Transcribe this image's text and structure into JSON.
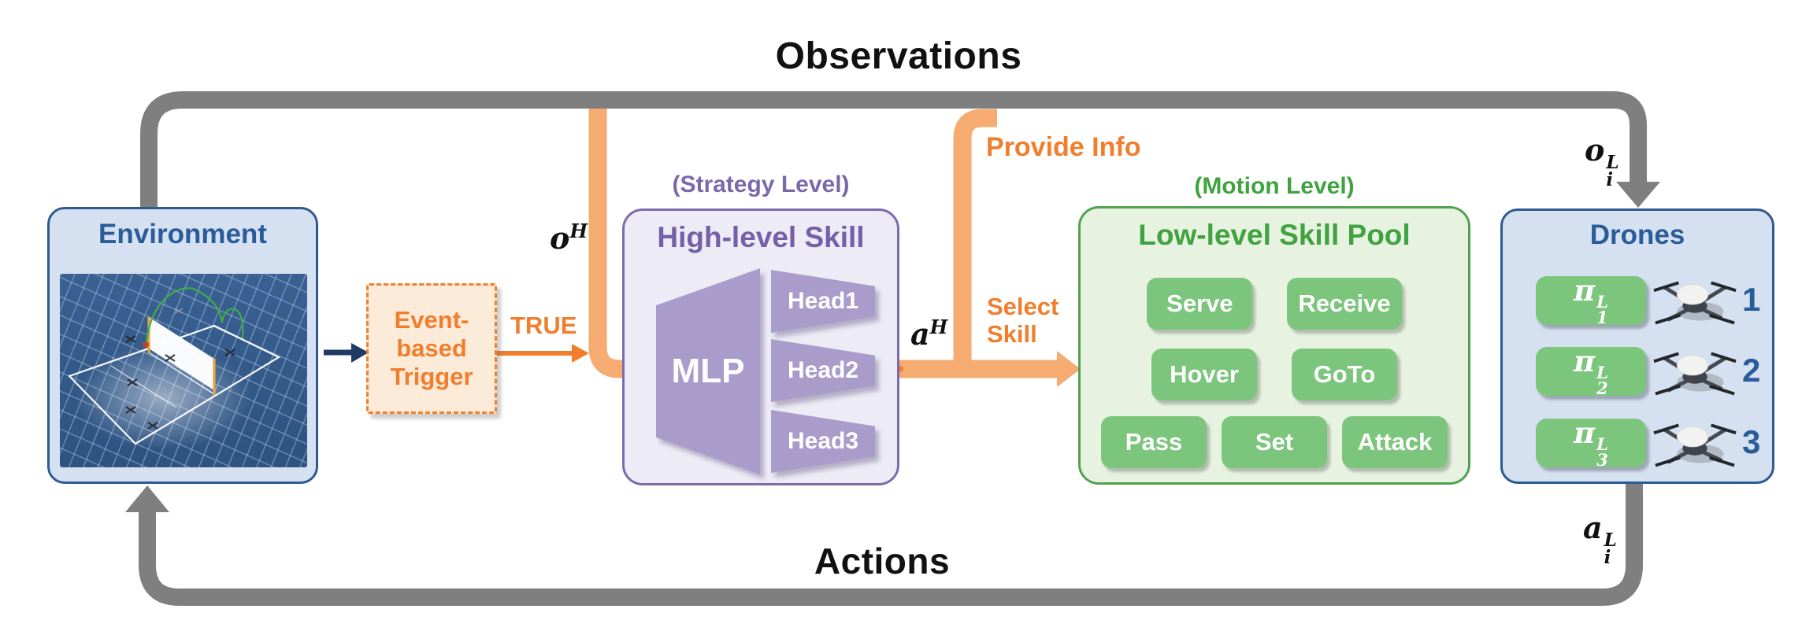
{
  "palette": {
    "gray_pipe": "#7F7F7F",
    "orange_accent": "#F07E2D",
    "orange_pipe": "#F6AB70",
    "purple_border": "#7C6BAE",
    "purple_shape": "#A99CCB",
    "purple_text": "#7460A8",
    "green_border": "#50A250",
    "green_text": "#3FA33F",
    "green_button": "#7CC57C",
    "blue_border": "#2E5B8F",
    "blue_text": "#2A5C9A",
    "navy_arrow": "#1F3A63",
    "black_text": "#111111"
  },
  "loops": {
    "observations": "Observations",
    "actions": "Actions"
  },
  "environment": {
    "title": "Environment"
  },
  "trigger": {
    "line1": "Event-",
    "line2": "based",
    "line3": "Trigger",
    "output": "TRUE"
  },
  "high_level": {
    "tag": "(Strategy Level)",
    "title": "High-level Skill",
    "mlp": "MLP",
    "head1": "Head1",
    "head2": "Head2",
    "head3": "Head3"
  },
  "flow": {
    "provide_info": "Provide Info",
    "select_line1": "Select",
    "select_line2": "Skill"
  },
  "math": {
    "oH": {
      "base": "o",
      "sup": "H"
    },
    "aH": {
      "base": "a",
      "sup": "H"
    },
    "oiL": {
      "base": "o",
      "sup": "L",
      "sub": "i"
    },
    "aiL": {
      "base": "a",
      "sup": "L",
      "sub": "i"
    }
  },
  "skill_pool": {
    "tag": "(Motion Level)",
    "title": "Low-level Skill Pool",
    "serve": "Serve",
    "receive": "Receive",
    "hover": "Hover",
    "goto": "GoTo",
    "pass": "Pass",
    "set": "Set",
    "attack": "Attack"
  },
  "drones": {
    "title": "Drones",
    "units": [
      {
        "base": "π",
        "sup": "L",
        "sub": "1",
        "number": "1"
      },
      {
        "base": "π",
        "sup": "L",
        "sub": "2",
        "number": "2"
      },
      {
        "base": "π",
        "sup": "L",
        "sub": "3",
        "number": "3"
      }
    ]
  }
}
